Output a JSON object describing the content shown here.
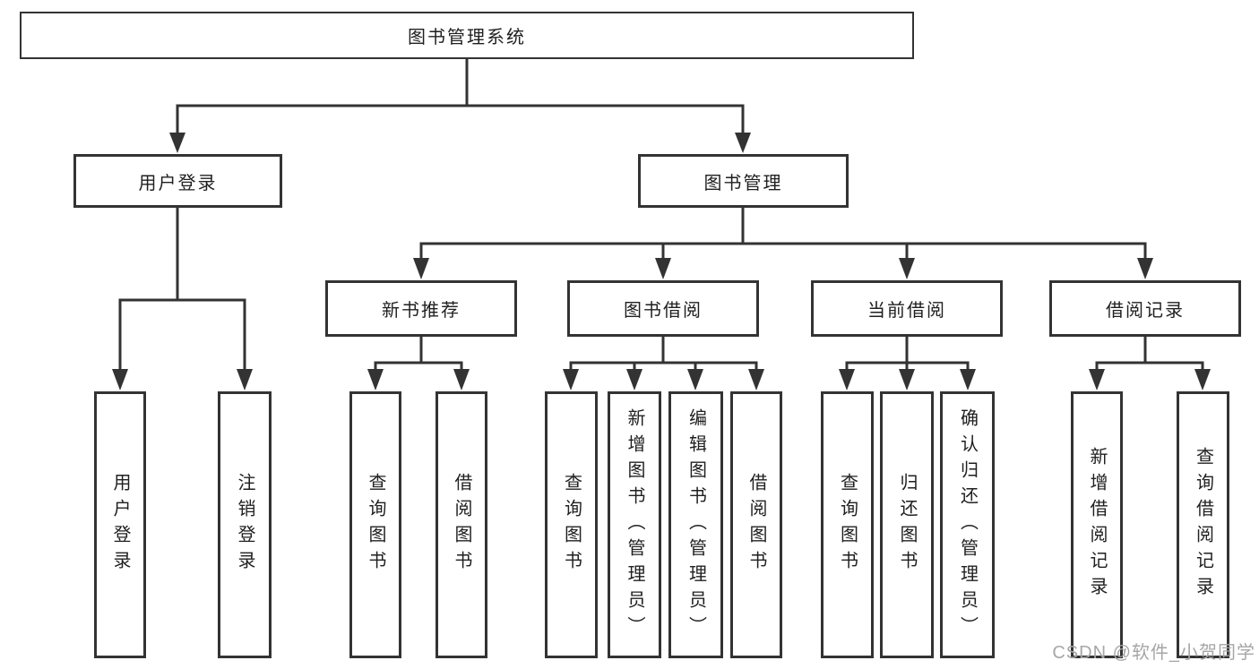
{
  "tree": {
    "root": "图书管理系统",
    "level2": [
      "用户登录",
      "图书管理"
    ],
    "level3": [
      "新书推荐",
      "图书借阅",
      "当前借阅",
      "借阅记录"
    ],
    "leaves": {
      "user_login": [
        "用户登录",
        "注销登录"
      ],
      "new_book_rec": [
        "查询图书",
        "借阅图书"
      ],
      "book_borrow": [
        "查询图书",
        "新增图书（管理员）",
        "编辑图书（管理员）",
        "借阅图书"
      ],
      "current_borrow": [
        "查询图书",
        "归还图书",
        "确认归还（管理员）"
      ],
      "borrow_records": [
        "新增借阅记录",
        "查询借阅记录"
      ]
    }
  },
  "watermark": "CSDN @软件_小贺同学",
  "colors": {
    "line": "#333333",
    "box_border": "#333333",
    "box_fill": "#ffffff",
    "text": "#1f1f1f",
    "watermark": "#a6a6a6",
    "background": "#ffffff"
  }
}
